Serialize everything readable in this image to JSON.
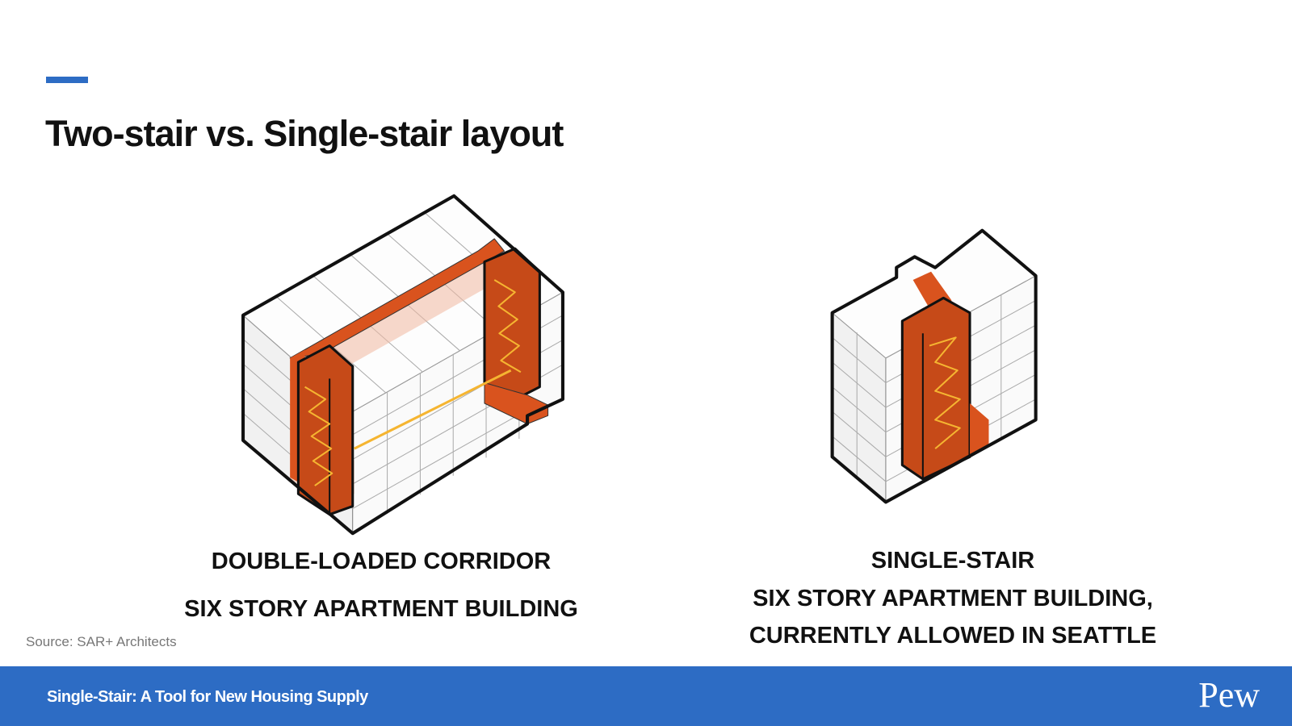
{
  "slide": {
    "title": "Two-stair vs. Single-stair layout",
    "accent_color": "#2d6cc4"
  },
  "left_diagram": {
    "caption_line1": "DOUBLE-LOADED CORRIDOR",
    "caption_line2": "SIX STORY APARTMENT BUILDING"
  },
  "right_diagram": {
    "caption_line1": "SINGLE-STAIR",
    "caption_line2": "SIX STORY APARTMENT BUILDING,",
    "caption_line3": "CURRENTLY ALLOWED IN SEATTLE"
  },
  "source": "Source: SAR+ Architects",
  "footer": {
    "title": "Single-Stair: A Tool for New Housing Supply",
    "logo": "Pew",
    "color": "#2d6cc4"
  }
}
